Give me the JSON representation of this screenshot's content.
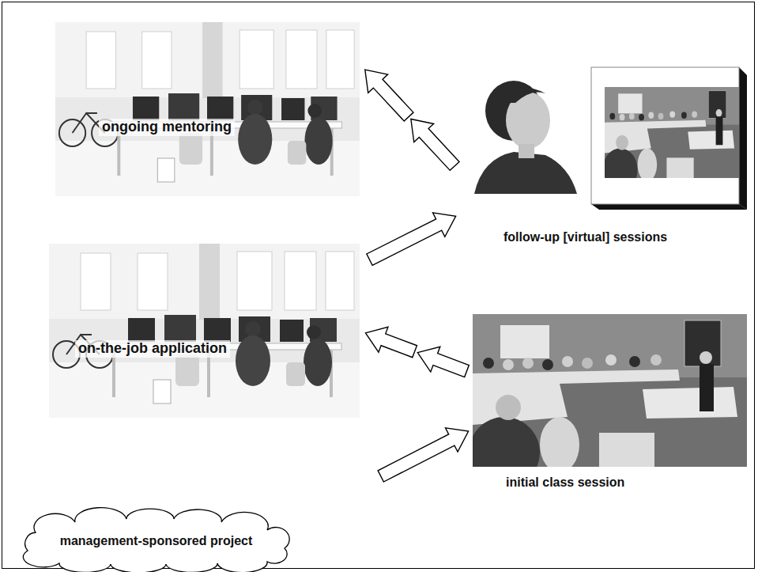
{
  "diagram": {
    "nodes": [
      {
        "text": [
          "ongoing mentoring"
        ]
      },
      {
        "text": [
          "follow-up [virtual] sessions"
        ]
      },
      {
        "text": [
          "on-the-job application"
        ]
      },
      {
        "text": [
          "initial class session"
        ]
      },
      {
        "text": [
          "management-sponsored project"
        ]
      }
    ],
    "edges": [
      {
        "from": 4,
        "to": 3,
        "arrow": "to"
      },
      {
        "from": 3,
        "to": 2,
        "arrow": "to"
      },
      {
        "from": 2,
        "to": 1,
        "arrow": "to"
      },
      {
        "from": 1,
        "to": 0,
        "arrow": "to"
      }
    ]
  }
}
